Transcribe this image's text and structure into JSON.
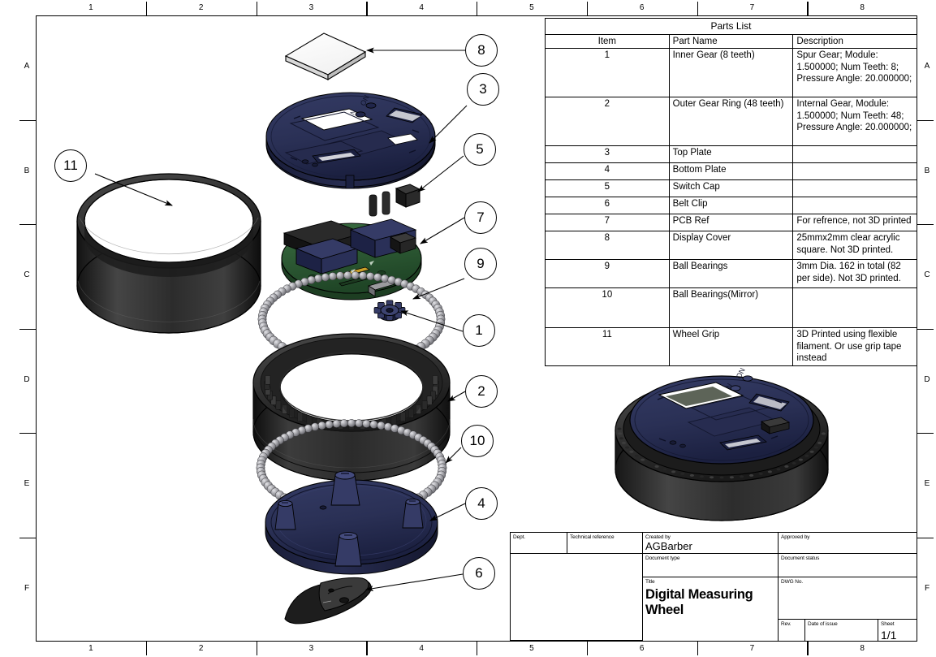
{
  "drawing": {
    "sheet_title": "Digital Measuring Wheel",
    "zones_horizontal": [
      "1",
      "2",
      "3",
      "4",
      "5",
      "6",
      "7",
      "8"
    ],
    "zones_vertical": [
      "A",
      "B",
      "C",
      "D",
      "E",
      "F"
    ]
  },
  "parts_list": {
    "title": "Parts List",
    "headers": [
      "Item",
      "Part Name",
      "Description"
    ],
    "rows": [
      {
        "item": "1",
        "name": "Inner Gear (8 teeth)",
        "desc": "Spur Gear; Module: 1.500000; Num Teeth: 8; Pressure Angle: 20.000000;"
      },
      {
        "item": "2",
        "name": "Outer Gear Ring (48 teeth)",
        "desc": "Internal Gear, Module: 1.500000; Num Teeth: 48; Pressure Angle: 20.000000;"
      },
      {
        "item": "3",
        "name": "Top Plate",
        "desc": ""
      },
      {
        "item": "4",
        "name": "Bottom Plate",
        "desc": ""
      },
      {
        "item": "5",
        "name": "Switch Cap",
        "desc": ""
      },
      {
        "item": "6",
        "name": "Belt Clip",
        "desc": ""
      },
      {
        "item": "7",
        "name": "PCB Ref",
        "desc": "For refrence, not 3D printed"
      },
      {
        "item": "8",
        "name": "Display Cover",
        "desc": "25mmx2mm clear acrylic square. Not 3D printed."
      },
      {
        "item": "9",
        "name": "Ball Bearings",
        "desc": "3mm Dia. 162 in total (82 per side). Not 3D printed."
      },
      {
        "item": "10",
        "name": "Ball Bearings(Mirror)",
        "desc": ""
      },
      {
        "item": "11",
        "name": "Wheel Grip",
        "desc": "3D Printed using flexible filament. Or use grip tape instead"
      }
    ]
  },
  "title_block": {
    "dept_label": "Dept.",
    "dept_value": "",
    "technical_reference_label": "Technical reference",
    "technical_reference_value": "",
    "created_by_label": "Created by",
    "created_by_value": "AGBarber",
    "approved_by_label": "Approved by",
    "approved_by_value": "",
    "document_type_label": "Document type",
    "document_type_value": "",
    "document_status_label": "Document status",
    "document_status_value": "",
    "title_label": "Title",
    "title_value": "Digital Measuring Wheel",
    "dwg_no_label": "DWG No.",
    "dwg_no_value": "",
    "rev_label": "Rev.",
    "rev_value": "",
    "date_of_issue_label": "Date of issue",
    "date_of_issue_value": "",
    "sheet_label": "Sheet",
    "sheet_value": "1/1"
  },
  "balloons": [
    {
      "id": "8",
      "label": "8"
    },
    {
      "id": "3",
      "label": "3"
    },
    {
      "id": "5",
      "label": "5"
    },
    {
      "id": "7",
      "label": "7"
    },
    {
      "id": "9",
      "label": "9"
    },
    {
      "id": "1",
      "label": "1"
    },
    {
      "id": "2",
      "label": "2"
    },
    {
      "id": "10",
      "label": "10"
    },
    {
      "id": "4",
      "label": "4"
    },
    {
      "id": "6",
      "label": "6"
    },
    {
      "id": "11",
      "label": "11"
    }
  ],
  "components": {
    "display_cover": "display-cover-acrylic-square",
    "top_plate": "top-plate",
    "switch_cap": "switch-cap",
    "pcb": "pcb-ref",
    "inner_gear": "inner-gear-8-teeth",
    "ball_bearings_top": "ball-bearings-ring-top",
    "outer_gear_ring": "outer-gear-ring-48-teeth",
    "ball_bearings_bottom": "ball-bearings-ring-mirror",
    "bottom_plate": "bottom-plate",
    "belt_clip": "belt-clip",
    "wheel_grip": "wheel-grip",
    "assembled_view": "assembled-measuring-wheel"
  },
  "colors": {
    "plate_navy": "#2a3055",
    "plate_navy_dark": "#1d2240",
    "body_black": "#2e2e2e",
    "body_black_dark": "#141414",
    "pcb_green": "#2f5c36",
    "bearing_gray": "#9a9a9e",
    "line": "#000000",
    "sheet_bg": "#ffffff"
  }
}
